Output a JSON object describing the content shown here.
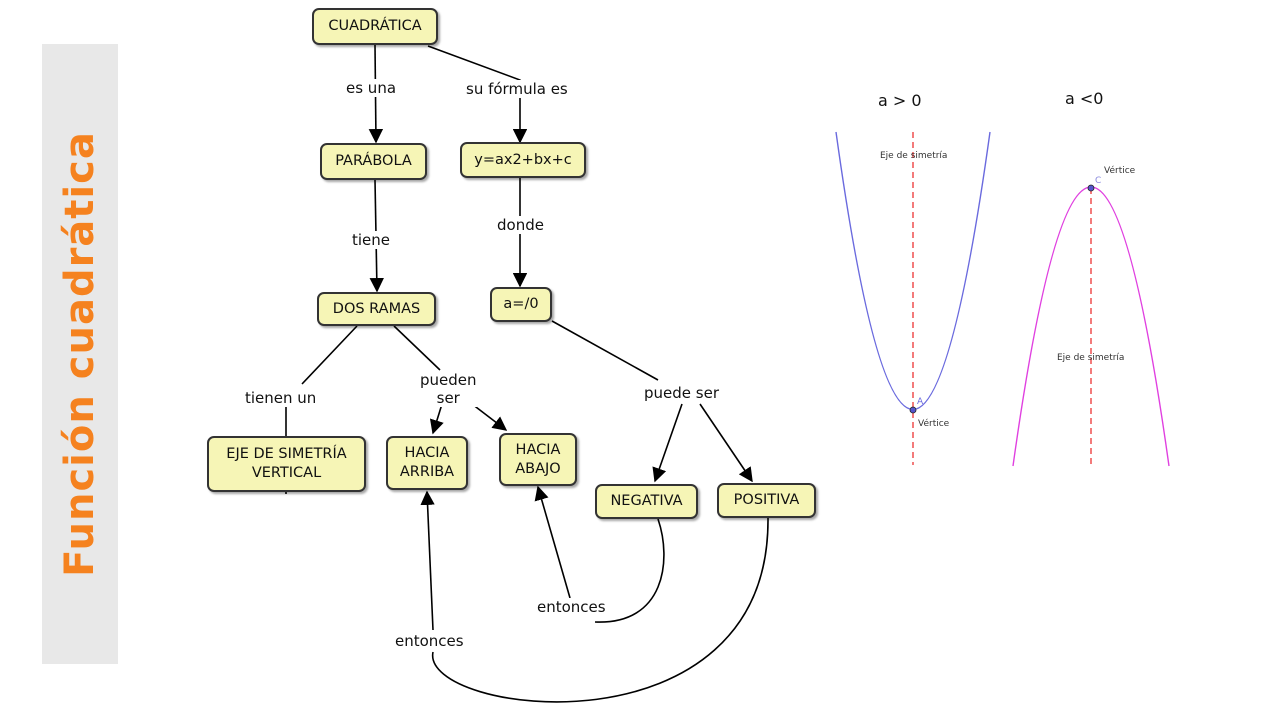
{
  "slide_title": "Función cuadrática",
  "concept_map": {
    "nodes": {
      "cuadratica": "CUADRÁTICA",
      "parabola": "PARÁBOLA",
      "formula": "y=ax2+bx+c",
      "dos_ramas": "DOS RAMAS",
      "a_distinto": "a=/0",
      "eje_line1": "EJE DE SIMETRÍA",
      "eje_line2": "VERTICAL",
      "arriba_line1": "HACIA",
      "arriba_line2": "ARRIBA",
      "abajo_line1": "HACIA",
      "abajo_line2": "ABAJO",
      "negativa": "NEGATIVA",
      "positiva": "POSITIVA"
    },
    "links": {
      "es_una": "es una",
      "su_formula_es": "su fórmula es",
      "tiene": "tiene",
      "donde": "donde",
      "tienen_un": "tienen un",
      "pueden_line1": "pueden",
      "pueden_line2": "ser",
      "puede_ser": "puede ser",
      "entonces_1": "entonces",
      "entonces_2": "entonces"
    }
  },
  "graphs": {
    "left": {
      "title": "a > 0",
      "axis_label": "Eje de simetría",
      "point_label": "A",
      "vertex_label": "Vértice",
      "curve_color": "#6a6ade"
    },
    "right": {
      "title": "a <0",
      "axis_label": "Eje de simetría",
      "point_label": "C",
      "vertex_label": "Vértice",
      "curve_color": "#e040e0"
    },
    "axis_color": "#f05a5a"
  }
}
